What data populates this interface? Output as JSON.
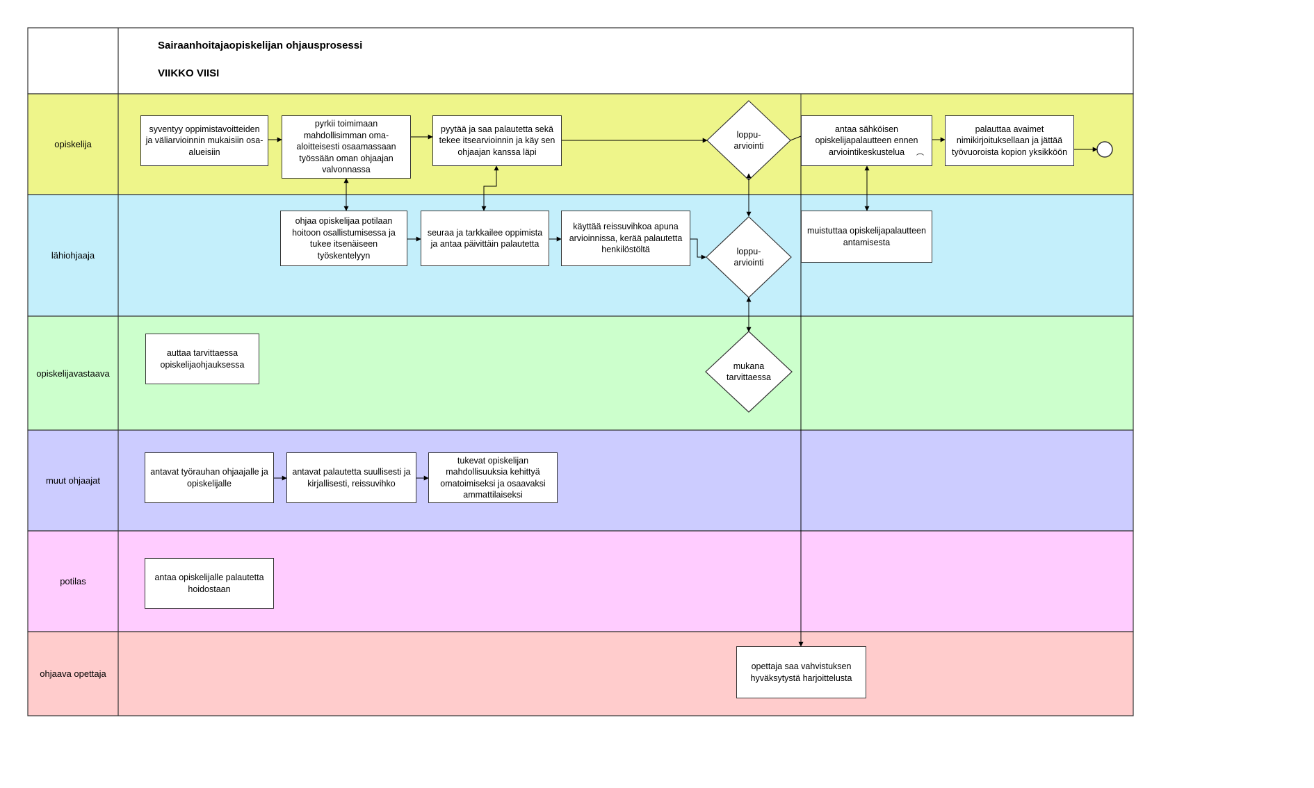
{
  "title": {
    "main": "Sairaanhoitajaopiskelijan ohjausprosessi",
    "sub": "VIIKKO VIISI"
  },
  "colors": {
    "lane_opiskelija": "#eef58a",
    "lane_lahiohjaaja": "#c4effb",
    "lane_opiskelijavastaava": "#ccffcc",
    "lane_muut_ohjaajat": "#ccccff",
    "lane_potilas": "#ffccff",
    "lane_ohjaava_opettaja": "#ffcccc",
    "border": "#333333"
  },
  "lanes": [
    {
      "label": "opiskelija"
    },
    {
      "label": "lähiohjaaja"
    },
    {
      "label": "opiskelijavastaava"
    },
    {
      "label": "muut ohjaajat"
    },
    {
      "label": "potilas"
    },
    {
      "label": "ohjaava opettaja"
    }
  ],
  "tasks": {
    "syventyy": "syventyy oppimistavoitteiden ja väliarvioinnin mukaisiin osa-alueisiin",
    "pyrkii": "pyrkii toimimaan mahdollisimman oma-aloitteisesti osaamassaan työssään oman ohjaajan valvonnassa",
    "pyytaa": "pyytää ja saa palautetta sekä tekee itsearvioinnin ja käy sen ohjaajan kanssa läpi",
    "antaa_sahkoisen": "antaa sähköisen opiskelijapalautteen ennen arviointikeskustelua",
    "palauttaa": "palauttaa avaimet nimikirjoituksellaan ja jättää työvuoroista kopion yksikköön",
    "ohjaa": "ohjaa opiskelijaa potilaan hoitoon osallistumisessa ja tukee itsenäiseen työskentelyyn",
    "seuraa": "seuraa ja tarkkailee oppimista ja antaa päivittäin palautetta",
    "kayttaa": "käyttää reissuvihkoa apuna arvioinnissa, kerää palautetta henkilöstöltä",
    "muistuttaa": "muistuttaa opiskelijapalautteen antamisesta",
    "auttaa": "auttaa tarvittaessa opiskelijaohjauksessa",
    "antavat_tyorauhan": "antavat työrauhan ohjaajalle ja opiskelijalle",
    "antavat_palautetta": "antavat palautetta suullisesti ja kirjallisesti, reissuvihko",
    "tukevat": "tukevat opiskelijan mahdollisuuksia kehittyä omatoimiseksi ja osaavaksi ammattilaiseksi",
    "antaa_potilas": "antaa opiskelijalle palautetta hoidostaan",
    "opettaja": "opettaja saa vahvistuksen hyväksytystä harjoittelusta"
  },
  "decisions": {
    "loppu1": "loppu-\narviointi",
    "loppu2": "loppu-\narviointi",
    "mukana": "mukana\ntarvittaessa"
  },
  "icons": {
    "subprocess_marker": "bpmn-loop-marker-icon",
    "end_event": "end-event-circle-icon"
  }
}
